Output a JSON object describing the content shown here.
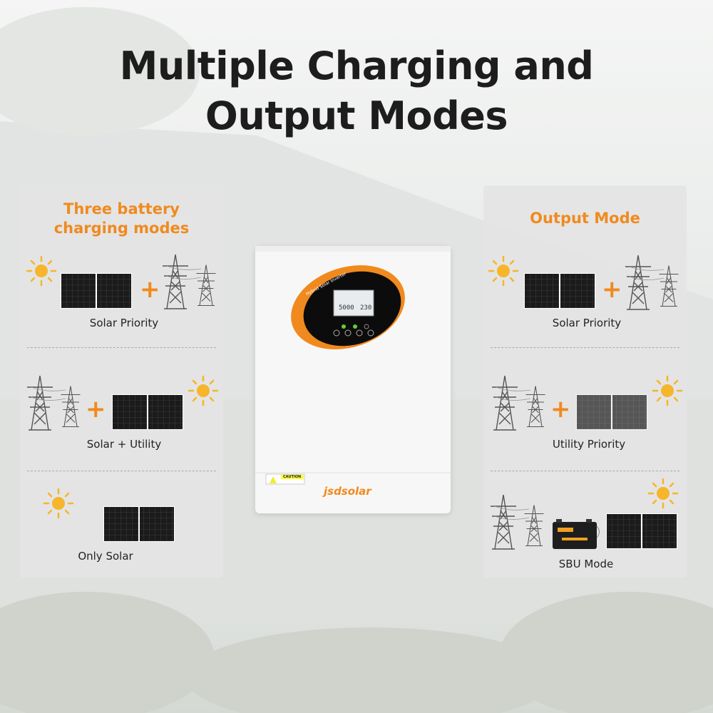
{
  "title": {
    "line1": "Multiple Charging and",
    "line2": "Output Modes"
  },
  "colors": {
    "accent": "#f08a1e",
    "sun": "#f6b52b",
    "panel": "#1b1b1b"
  },
  "left_panel": {
    "title_line1": "Three battery",
    "title_line2": "charging modes",
    "modes": [
      {
        "label": "Solar Priority",
        "icons": [
          "sun-icon",
          "solar-panel-icon",
          "plus-icon",
          "power-tower-icon"
        ]
      },
      {
        "label": "Solar + Utility",
        "icons": [
          "power-tower-icon",
          "plus-icon",
          "solar-panel-icon",
          "sun-icon"
        ]
      },
      {
        "label": "Only Solar",
        "icons": [
          "sun-icon",
          "solar-panel-icon"
        ]
      }
    ]
  },
  "right_panel": {
    "title": "Output Mode",
    "modes": [
      {
        "label": "Solar Priority",
        "icons": [
          "sun-icon",
          "solar-panel-icon",
          "plus-icon",
          "power-tower-icon"
        ]
      },
      {
        "label": "Utility Priority",
        "icons": [
          "power-tower-icon",
          "plus-icon",
          "solar-panel-icon",
          "sun-icon"
        ]
      },
      {
        "label": "SBU Mode",
        "icons": [
          "power-tower-icon",
          "battery-icon",
          "solar-panel-icon",
          "sun-icon"
        ]
      }
    ]
  },
  "product": {
    "brand": "jsdsolar",
    "label": "Hybrid Solar Inverter",
    "display_left": "5000",
    "display_right": "230",
    "caution": "CAUTION"
  },
  "plus": "+"
}
